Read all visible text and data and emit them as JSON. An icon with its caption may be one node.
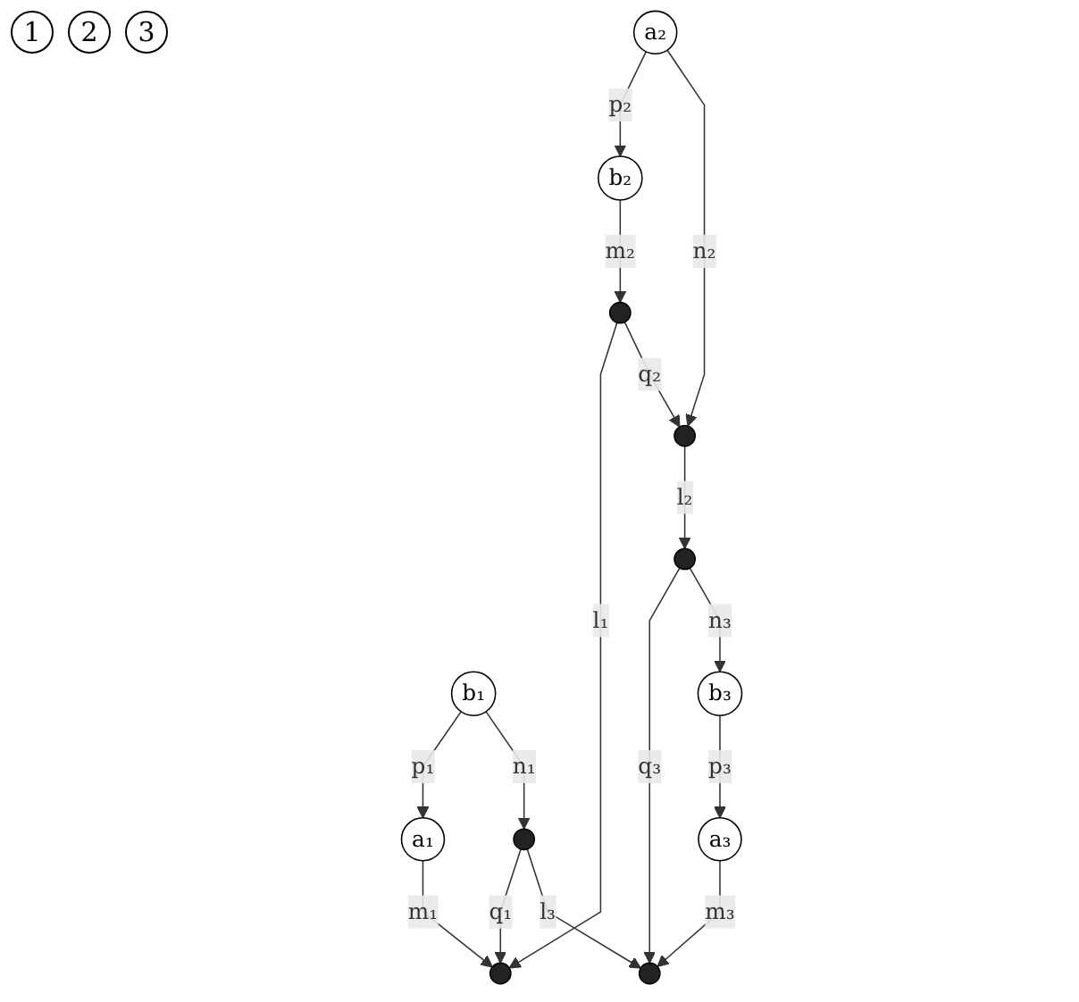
{
  "diagram": {
    "nodes": [
      {
        "text": [
          "a₁"
        ]
      },
      {
        "text": [
          "b₁"
        ]
      },
      {
        "text": [
          "b₂"
        ]
      },
      {
        "text": [],
        "shape": "circle"
      },
      {
        "text": [],
        "shape": "circle"
      },
      {
        "text": [
          "a₂"
        ]
      },
      {
        "text": [],
        "shape": "circle"
      },
      {
        "text": [],
        "shape": "circle"
      },
      {
        "text": [],
        "shape": "circle"
      },
      {
        "text": [],
        "shape": "circle"
      },
      {
        "text": [
          "a₃"
        ]
      },
      {
        "text": [
          "b₃"
        ]
      }
    ],
    "edges": [
      {
        "from": 1,
        "to": 0,
        "label": "p₁",
        "arrow": "to"
      },
      {
        "from": 0,
        "to": 3,
        "label": "m₁",
        "arrow": "to"
      },
      {
        "from": 1,
        "to": 6,
        "label": "n₁",
        "arrow": "to"
      },
      {
        "from": 6,
        "to": 3,
        "label": "q₁",
        "arrow": "to"
      },
      {
        "from": 4,
        "to": 3,
        "label": "l₁",
        "arrow": "to"
      },
      {
        "from": 2,
        "to": 4,
        "label": "m₂",
        "arrow": "to"
      },
      {
        "from": 5,
        "to": 2,
        "label": "p₂",
        "arrow": "to"
      },
      {
        "from": 5,
        "to": 7,
        "label": "n₂",
        "arrow": "to"
      },
      {
        "from": 4,
        "to": 7,
        "label": "q₂",
        "arrow": "to"
      },
      {
        "from": 7,
        "to": 9,
        "label": "l₂",
        "arrow": "to"
      },
      {
        "from": 9,
        "to": 8,
        "label": "q₃",
        "arrow": "to"
      },
      {
        "from": 6,
        "to": 8,
        "label": "l₃",
        "arrow": "to"
      },
      {
        "from": 10,
        "to": 8,
        "label": "m₃",
        "arrow": "to"
      },
      {
        "from": 9,
        "to": 11,
        "label": "n₃",
        "arrow": "to"
      },
      {
        "from": 11,
        "to": 10,
        "label": "p₃",
        "arrow": "to"
      }
    ],
    "labels": [
      "1",
      "2",
      "3"
    ]
  }
}
